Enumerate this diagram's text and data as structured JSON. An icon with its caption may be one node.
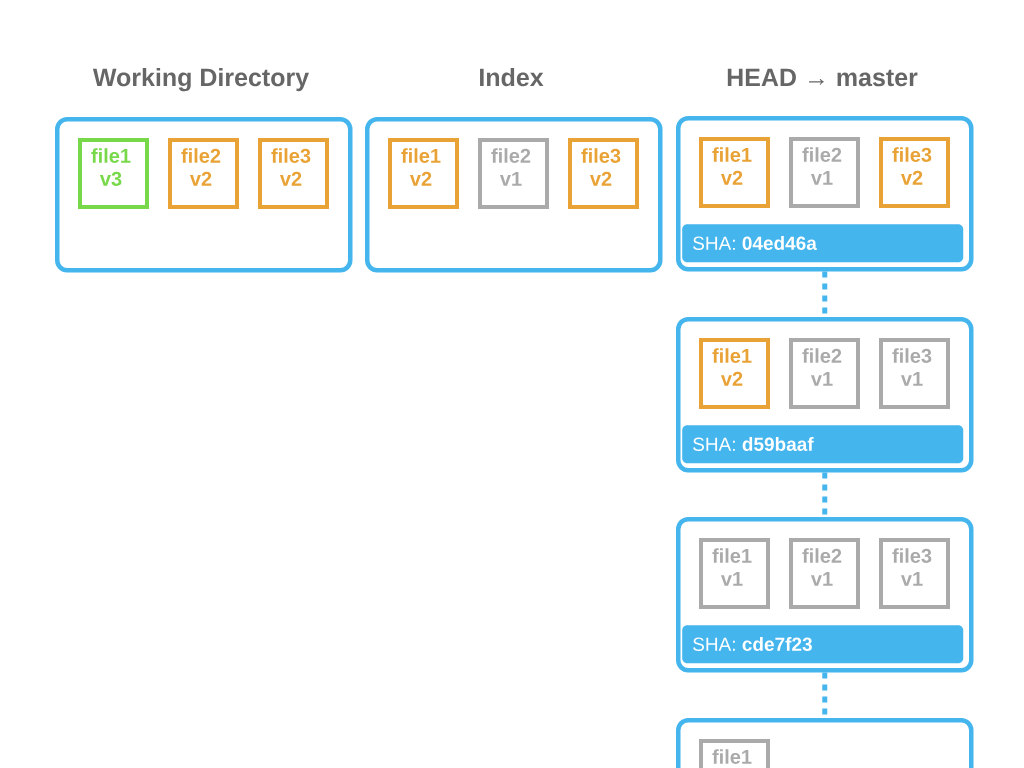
{
  "diagram": {
    "nodes": [
      {
        "text": [
          "Working Directory"
        ]
      },
      {
        "text": [
          "file1 v3"
        ],
        "in": 0
      },
      {
        "text": [
          "file2 v2"
        ],
        "in": 0
      },
      {
        "text": [
          "file3 v2"
        ],
        "in": 0
      },
      {
        "text": [
          "Index"
        ]
      },
      {
        "text": [
          "file1 v2"
        ],
        "in": 4
      },
      {
        "text": [
          "file2 v1"
        ],
        "in": 4
      },
      {
        "text": [
          "file3 v2"
        ],
        "in": 4
      },
      {
        "text": [
          "HEAD → master"
        ]
      },
      {
        "text": [
          "file1 v2"
        ],
        "in": 8
      },
      {
        "text": [
          "file2 v1"
        ],
        "in": 8
      },
      {
        "text": [
          "file3 v2"
        ],
        "in": 8
      },
      {
        "text": [
          "SHA: **04ed46a**"
        ],
        "in": 8
      },
      {
        "text": [],
        "shape": "box"
      },
      {
        "text": [
          "file1 v2"
        ],
        "in": 13
      },
      {
        "text": [
          "file2 v1"
        ],
        "in": 13
      },
      {
        "text": [
          "file3 v1"
        ],
        "in": 13
      },
      {
        "text": [
          "SHA: **d59baaf**"
        ],
        "in": 13
      },
      {
        "text": [],
        "shape": "box"
      },
      {
        "text": [
          "file1 v1"
        ],
        "in": 18
      },
      {
        "text": [
          "file2 v1"
        ],
        "in": 18
      },
      {
        "text": [
          "file3 v1"
        ],
        "in": 18
      },
      {
        "text": [
          "SHA: **cde7f23**"
        ],
        "in": 18
      },
      {
        "text": [],
        "shape": "box"
      },
      {
        "text": [
          "file1"
        ],
        "in": 23
      }
    ],
    "edges": [
      {
        "from": 8,
        "to": 13,
        "arrow": "none"
      },
      {
        "from": 13,
        "to": 18,
        "arrow": "none"
      },
      {
        "from": 18,
        "to": 23,
        "arrow": "none"
      }
    ]
  }
}
